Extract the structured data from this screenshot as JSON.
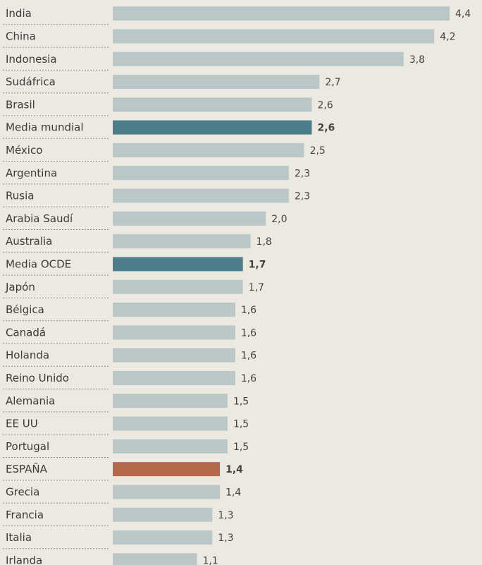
{
  "chart_data": {
    "type": "bar",
    "orientation": "horizontal",
    "categories": [
      "India",
      "China",
      "Indonesia",
      "Sudáfrica",
      "Brasil",
      "Media mundial",
      "México",
      "Argentina",
      "Rusia",
      "Arabia Saudí",
      "Australia",
      "Media OCDE",
      "Japón",
      "Bélgica",
      "Canadá",
      "Holanda",
      "Reino Unido",
      "Alemania",
      "EE UU",
      "Portugal",
      "ESPAÑA",
      "Grecia",
      "Francia",
      "Italia",
      "Irlanda"
    ],
    "values": [
      4.4,
      4.2,
      3.8,
      2.7,
      2.6,
      2.6,
      2.5,
      2.3,
      2.3,
      2.0,
      1.8,
      1.7,
      1.7,
      1.6,
      1.6,
      1.6,
      1.6,
      1.5,
      1.5,
      1.5,
      1.4,
      1.4,
      1.3,
      1.3,
      1.1
    ],
    "value_labels": [
      "4,4",
      "4,2",
      "3,8",
      "2,7",
      "2,6",
      "2,6",
      "2,5",
      "2,3",
      "2,3",
      "2,0",
      "1,8",
      "1,7",
      "1,7",
      "1,6",
      "1,6",
      "1,6",
      "1,6",
      "1,5",
      "1,5",
      "1,5",
      "1,4",
      "1,4",
      "1,3",
      "1,3",
      "1,1"
    ],
    "highlighted": [
      "Media mundial",
      "Media OCDE",
      "ESPAÑA"
    ],
    "colors": {
      "default": "#b9c7c9",
      "Media mundial": "#4b7e8a",
      "Media OCDE": "#4b7e8a",
      "ESPAÑA": "#b66a4c"
    },
    "xlim": [
      0,
      4.4
    ],
    "grid": false,
    "legend": "none"
  }
}
